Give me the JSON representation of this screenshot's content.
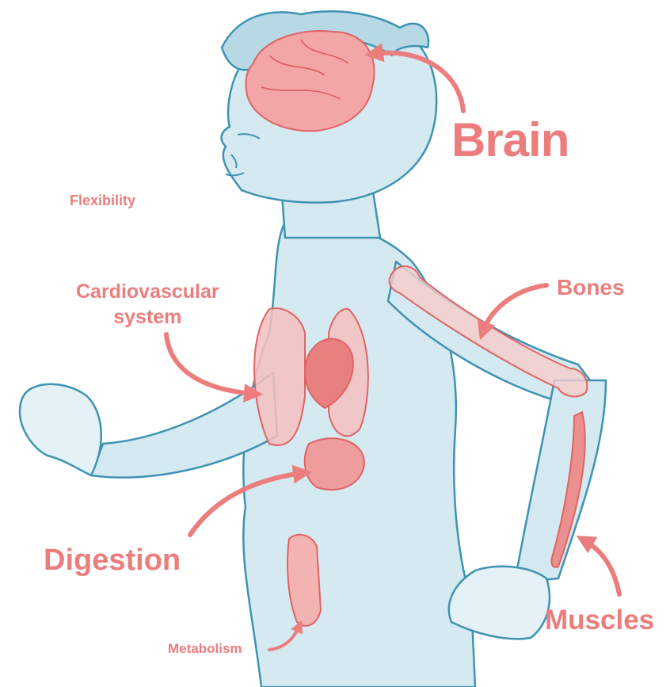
{
  "labels": {
    "brain": "Brain",
    "flexibility": "Flexibility",
    "cardiovascular_line1": "Cardiovascular",
    "cardiovascular_line2": "system",
    "bones": "Bones",
    "digestion": "Digestion",
    "muscles": "Muscles",
    "metabolism": "Metabolism"
  },
  "colors": {
    "label": "#ec7d7d",
    "body_outline": "#3f93b2",
    "body_fill": "#cfe6ef",
    "organ": "#f08f8f"
  }
}
